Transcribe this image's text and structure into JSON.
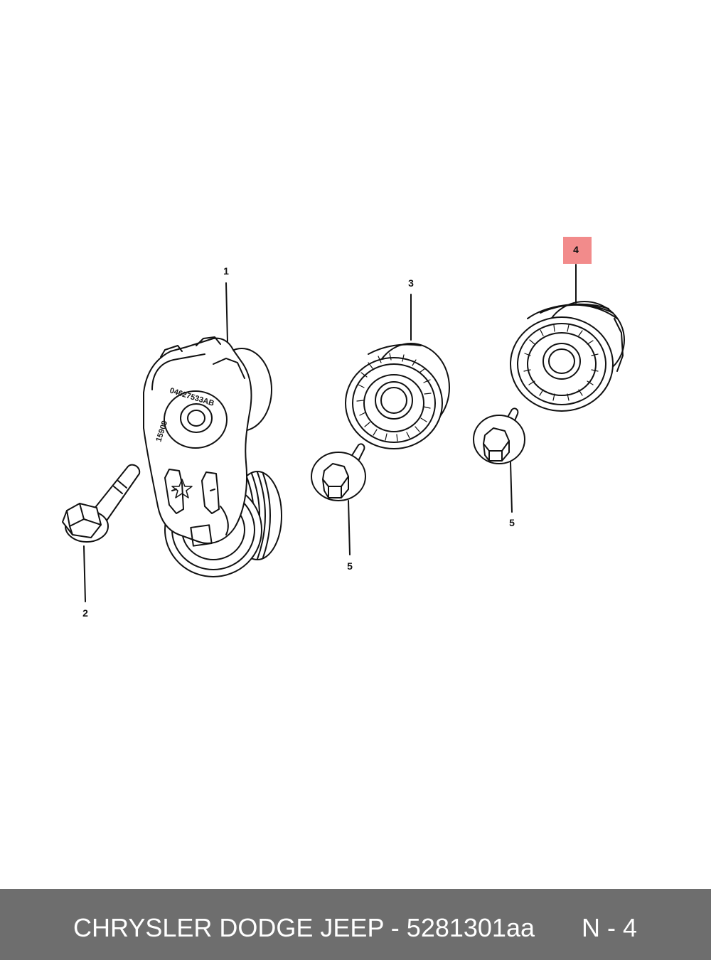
{
  "colors": {
    "background": "#ffffff",
    "line": "#111111",
    "highlight": "#f28b8b",
    "footer_bg": "#6e6e6e",
    "footer_text": "#ffffff"
  },
  "callouts": {
    "c1": "1",
    "c2": "2",
    "c3": "3",
    "c4": "4",
    "c5a": "5",
    "c5b": "5"
  },
  "highlighted_callout": "4",
  "stamps": {
    "part_number": "04627533AB",
    "date_code": "15909"
  },
  "footer": {
    "title": "CHRYSLER DODGE JEEP - 5281301aa",
    "code": "N - 4"
  }
}
